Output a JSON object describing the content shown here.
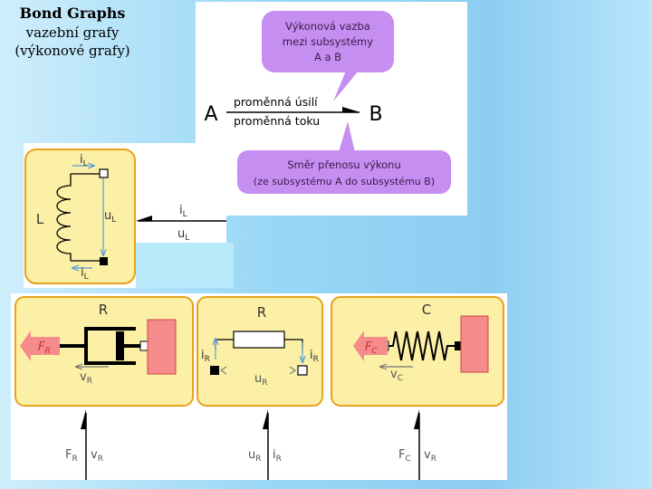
{
  "title": {
    "line1": "Bond Graphs",
    "line2": "vazební grafy",
    "line3": "(výkonové grafy)"
  },
  "top_diagram": {
    "callout_top": [
      "Výkonová vazba",
      "mezi subsystémy",
      "A a B"
    ],
    "node_a": "A",
    "node_b": "B",
    "effort_label": "proměnná úsilí",
    "flow_label": "proměnná toku",
    "callout_bottom": [
      "Směr přenosu výkonu",
      "(ze subsystému A do subsystému B)"
    ]
  },
  "inductor_diagram": {
    "element_label": "L",
    "top_current": "i",
    "top_current_sub": "L",
    "voltage": "u",
    "voltage_sub": "L",
    "bottom_current": "i",
    "bottom_current_sub": "L",
    "bond_flow": "i",
    "bond_flow_sub": "L",
    "bond_effort": "u",
    "bond_effort_sub": "L"
  },
  "damper_diagram": {
    "element_label": "R",
    "force": "F",
    "force_sub": "R",
    "velocity": "v",
    "velocity_sub": "R",
    "bond_effort": "F",
    "bond_effort_sub": "R",
    "bond_flow": "v",
    "bond_flow_sub": "R"
  },
  "resistor_diagram": {
    "element_label": "R",
    "left_current": "i",
    "left_current_sub": "R",
    "right_current": "i",
    "right_current_sub": "R",
    "voltage": "u",
    "voltage_sub": "R",
    "bond_effort": "u",
    "bond_effort_sub": "R",
    "bond_flow": "i",
    "bond_flow_sub": "R"
  },
  "spring_diagram": {
    "element_label": "C",
    "force": "F",
    "force_sub": "C",
    "velocity": "v",
    "velocity_sub": "C",
    "bond_effort": "F",
    "bond_effort_sub": "C",
    "bond_flow": "v",
    "bond_flow_sub": "R"
  },
  "colors": {
    "panel_fill": "#fbf0a6",
    "panel_border": "#e8a21c",
    "callout_fill": "#c68ef0",
    "mass_fill": "#f58b8b",
    "arrow_fill": "#f58b8b",
    "arrow_label": "#cc3333",
    "callout_text": "#3a1a4a"
  }
}
